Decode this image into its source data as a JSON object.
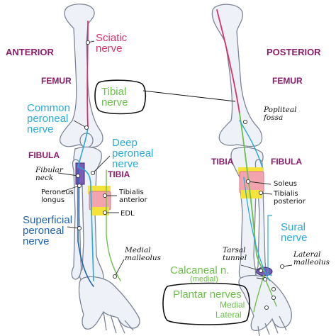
{
  "views": {
    "anterior": "ANTERIOR",
    "posterior": "POSTERIOR"
  },
  "bones": {
    "femur_left": "FEMUR",
    "femur_right": "FEMUR",
    "fibula_left": "FIBULA",
    "tibia_left": "TIBIA",
    "tibia_right": "TIBIA",
    "fibula_right": "FIBULA"
  },
  "nerves": {
    "sciatic": [
      "Sciatic",
      "nerve"
    ],
    "tibial": [
      "Tibial",
      "nerve"
    ],
    "common_peroneal": [
      "Common",
      "peroneal",
      "nerve"
    ],
    "deep_peroneal": [
      "Deep",
      "peroneal",
      "nerve"
    ],
    "superficial_peroneal": [
      "Superficial",
      "peroneal",
      "nerve"
    ],
    "sural": [
      "Sural",
      "nerve"
    ],
    "calcaneal": "Calcaneal n.",
    "calcaneal_sub": "(medial)",
    "plantar": "Plantar nerves",
    "plantar_medial": "Medial",
    "plantar_lateral": "Lateral"
  },
  "structures": {
    "fibular_neck": [
      "Fibular",
      "neck"
    ],
    "peroneus_longus": [
      "Peroneus",
      "longus"
    ],
    "tibialis_anterior": [
      "Tibialis",
      "anterior"
    ],
    "edl": "EDL",
    "medial_malleolus": [
      "Medial",
      "malleolus"
    ],
    "popliteal_fossa": [
      "Popliteal",
      "fossa"
    ],
    "soleus": "Soleus",
    "tibialis_posterior": [
      "Tibialis",
      "posterior"
    ],
    "tarsal_tunnel": [
      "Tarsal",
      "tunnel"
    ],
    "lateral_malleolus": [
      "Lateral",
      "malleolus"
    ]
  },
  "colors": {
    "sciatic": "#d6336c",
    "tibial": "#6cc04a",
    "common_peroneal": "#2ba9d8",
    "superficial_peroneal": "#1f63b6",
    "sural": "#2ba9d8",
    "bone_fill": "#eef2f8",
    "bone_stroke": "#7d8596",
    "muscle_pink": "#f2a3ad",
    "muscle_yellow": "#f5e23a",
    "fibular_neck": "#7b5bb5",
    "heading": "#8b1d6b"
  }
}
